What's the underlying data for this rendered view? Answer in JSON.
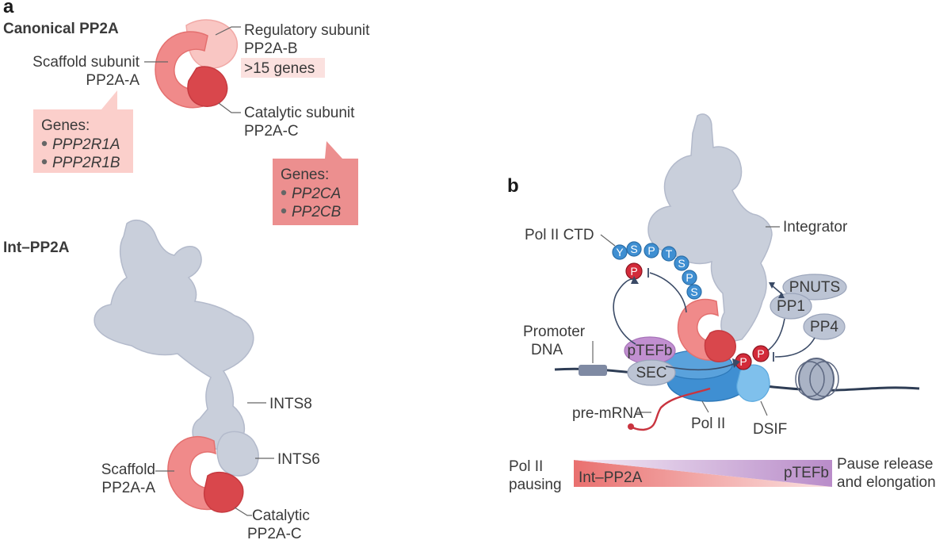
{
  "panel_a": {
    "letter": "a",
    "canonical_title": "Canonical PP2A",
    "scaffold_label": [
      "Scaffold subunit",
      "PP2A-A"
    ],
    "regulatory_label": [
      "Regulatory subunit",
      "PP2A-B"
    ],
    "regulatory_genes": ">15 genes",
    "catalytic_label": [
      "Catalytic subunit",
      "PP2A-C"
    ],
    "scaffold_genes_title": "Genes:",
    "scaffold_genes": [
      "PPP2R1A",
      "PPP2R1B"
    ],
    "catalytic_genes_title": "Genes:",
    "catalytic_genes": [
      "PP2CA",
      "PP2CB"
    ],
    "int_title": "Int–PP2A",
    "ints8": "INTS8",
    "ints6": "INTS6",
    "int_scaffold": [
      "Scaffold",
      "PP2A-A"
    ],
    "int_catalytic": [
      "Catalytic",
      "PP2A-C"
    ]
  },
  "panel_b": {
    "letter": "b",
    "integrator": "Integrator",
    "pol2_ctd": "Pol II CTD",
    "ctd_residues": [
      "Y",
      "S",
      "P",
      "T",
      "S",
      "P",
      "S"
    ],
    "phospho": "P",
    "pnuts": "PNUTS",
    "pp1": "PP1",
    "pp4": "PP4",
    "promoter": [
      "Promoter",
      "DNA"
    ],
    "ptefb": "pTEFb",
    "sec": "SEC",
    "pre_mrna": "pre-mRNA",
    "pol2": "Pol II",
    "dsif": "DSIF",
    "left_state": [
      "Pol II",
      "pausing"
    ],
    "right_state": [
      "Pause release",
      "and elongation"
    ],
    "gradient_left": "Int–PP2A",
    "gradient_right": "pTEFb"
  },
  "colors": {
    "grey_complex": "#c9cfdb",
    "scaffold": "#f08a8a",
    "catalytic": "#d9474c",
    "regulatory": "#f9c6c3",
    "pol2": "#3f8fd2",
    "ptefb": "#c18fd0",
    "phospho": "#d32b3a"
  }
}
